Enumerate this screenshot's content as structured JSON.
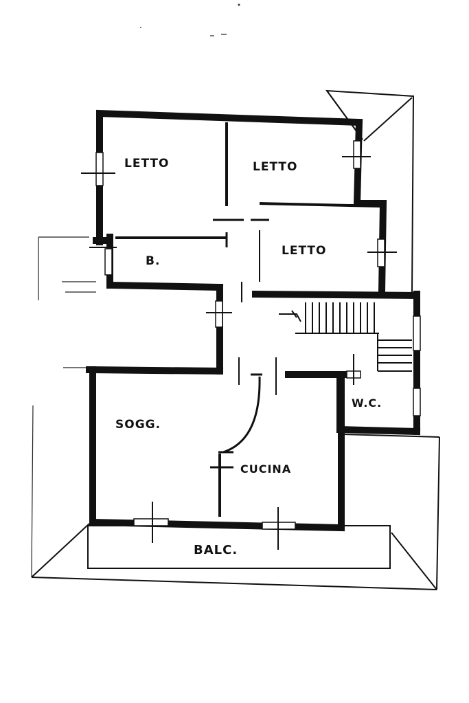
{
  "rooms": {
    "letto_1": "LETTO",
    "letto_2": "LETTO",
    "letto_3": "LETTO",
    "bagno": "B.",
    "soggiorno": "SOGG.",
    "cucina": "CUCINA",
    "wc": "W.C.",
    "balcone": "BALC."
  }
}
